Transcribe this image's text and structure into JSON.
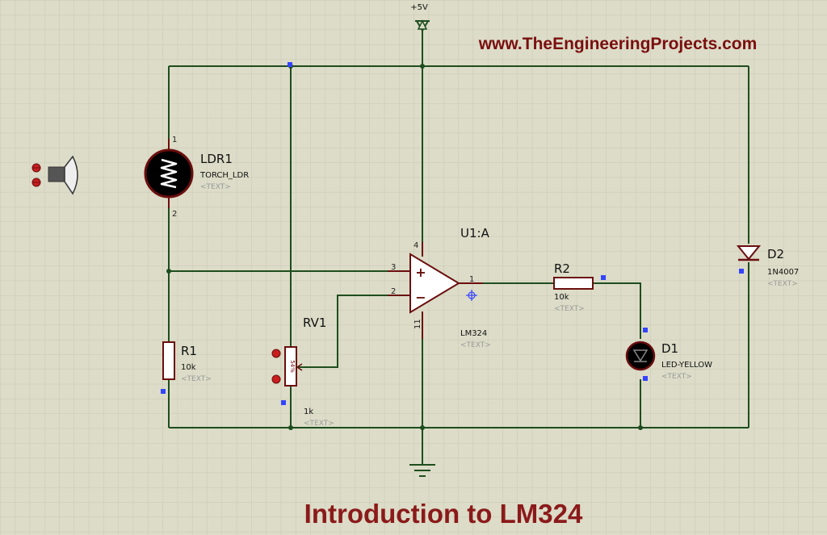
{
  "website": "www.TheEngineeringProjects.com",
  "title": "Introduction to LM324",
  "supply": {
    "label": "+5V"
  },
  "components": {
    "ldr": {
      "ref": "LDR1",
      "value": "TORCH_LDR",
      "text": "<TEXT>",
      "pin1": "1",
      "pin2": "2"
    },
    "r1": {
      "ref": "R1",
      "value": "10k",
      "text": "<TEXT>"
    },
    "rv1": {
      "ref": "RV1",
      "value": "1k",
      "text": "<TEXT>",
      "percent": "54%"
    },
    "u1": {
      "ref": "U1:A",
      "part": "LM324",
      "text": "<TEXT>",
      "pins": {
        "vplus": "4",
        "noninv": "3",
        "inv": "2",
        "out": "1",
        "vminus": "11"
      },
      "plus_sign": "+",
      "minus_sign": "−"
    },
    "r2": {
      "ref": "R2",
      "value": "10k",
      "text": "<TEXT>"
    },
    "d1": {
      "ref": "D1",
      "value": "LED-YELLOW",
      "text": "<TEXT>"
    },
    "d2": {
      "ref": "D2",
      "value": "1N4007",
      "text": "<TEXT>"
    }
  },
  "colors": {
    "background": "#dcdcc8",
    "grid": "#c7c7b3",
    "wire": "#1e4d1e",
    "component": "#6b0e0e",
    "component_fill": "#ffffff",
    "title": "#8b1a1a",
    "website": "#7a0f0f",
    "marker": "#3344ff"
  }
}
